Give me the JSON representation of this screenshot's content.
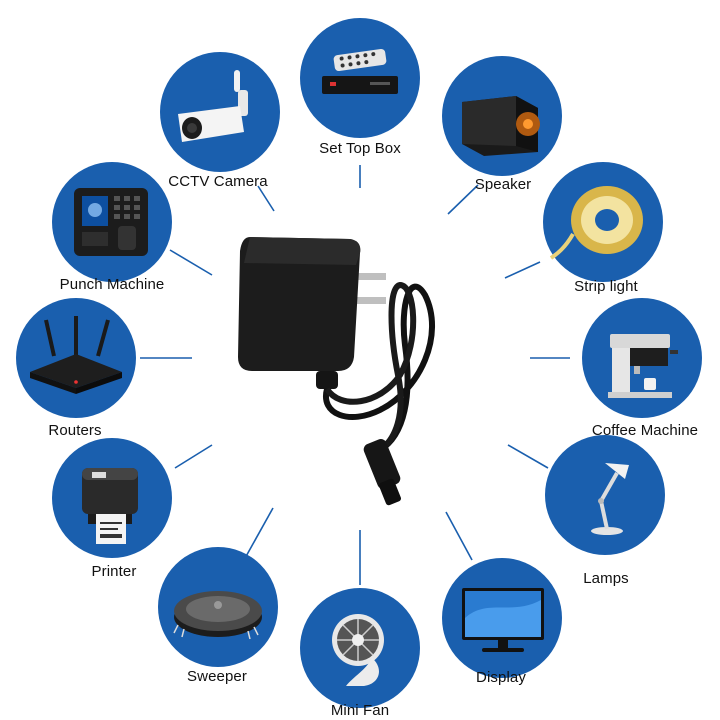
{
  "colors": {
    "circle": "#1a5fae",
    "connector": "#1a5fae",
    "adapter": "#1c1c1c"
  },
  "devices": [
    {
      "label": "Set Top Box",
      "icon": "set-top-box-icon"
    },
    {
      "label": "Speaker",
      "icon": "speaker-icon"
    },
    {
      "label": "Strip light",
      "icon": "strip-light-icon"
    },
    {
      "label": "Coffee Machine",
      "icon": "coffee-machine-icon"
    },
    {
      "label": "Lamps",
      "icon": "lamp-icon"
    },
    {
      "label": "Display",
      "icon": "display-icon"
    },
    {
      "label": "Mini Fan",
      "icon": "mini-fan-icon"
    },
    {
      "label": "Sweeper",
      "icon": "sweeper-icon"
    },
    {
      "label": "Printer",
      "icon": "printer-icon"
    },
    {
      "label": "Routers",
      "icon": "router-icon"
    },
    {
      "label": "Punch Machine",
      "icon": "punch-machine-icon"
    },
    {
      "label": "CCTV Camera",
      "icon": "cctv-camera-icon"
    }
  ]
}
